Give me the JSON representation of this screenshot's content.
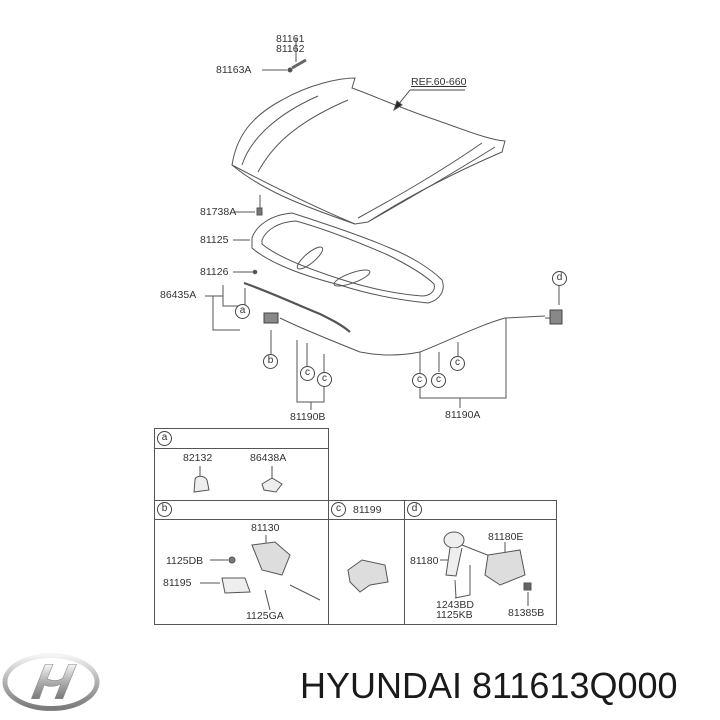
{
  "diagram": {
    "ref_label": "REF.60-660",
    "callouts": [
      {
        "id": "81161",
        "text": "81161"
      },
      {
        "id": "81162",
        "text": "81162"
      },
      {
        "id": "81163A",
        "text": "81163A"
      },
      {
        "id": "81738A",
        "text": "81738A"
      },
      {
        "id": "81125",
        "text": "81125"
      },
      {
        "id": "81126",
        "text": "81126"
      },
      {
        "id": "86435A",
        "text": "86435A"
      },
      {
        "id": "81190B",
        "text": "81190B"
      },
      {
        "id": "81190A",
        "text": "81190A"
      }
    ],
    "markers": {
      "a": "a",
      "b": "b",
      "c": "c",
      "d": "d"
    },
    "detail_boxes": {
      "a": {
        "letter": "a",
        "parts": [
          "82132",
          "86438A"
        ]
      },
      "b": {
        "letter": "b",
        "parts": [
          "81130",
          "1125DB",
          "81195",
          "1125GA"
        ]
      },
      "c": {
        "letter": "c",
        "title_part": "81199"
      },
      "d": {
        "letter": "d",
        "parts": [
          "81180E",
          "81180",
          "1243BD",
          "1125KB",
          "81385B"
        ]
      }
    }
  },
  "footer": {
    "brand": "HYUNDAI",
    "part_number": "811613Q000",
    "title": "HYUNDAI 811613Q000",
    "logo": "hyundai-logo"
  }
}
